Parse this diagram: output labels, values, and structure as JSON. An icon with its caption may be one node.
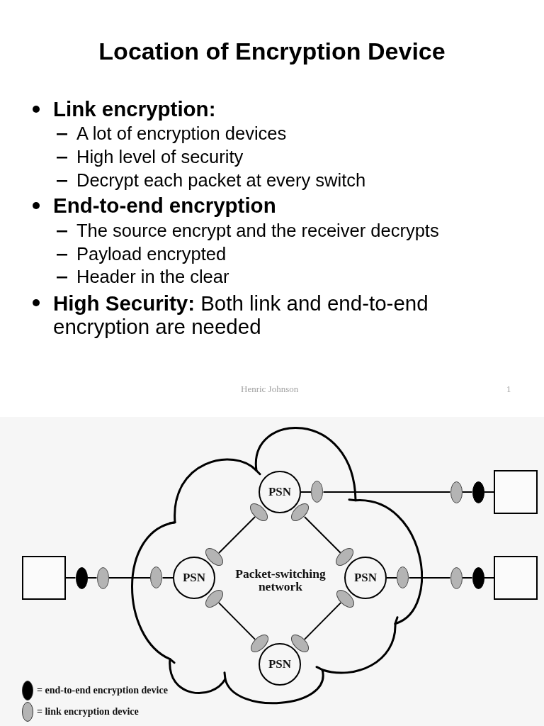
{
  "diagram": {
    "title": "Location of Encryption Device",
    "nodes": [
      {
        "text": [
          "Packet-switching network"
        ]
      },
      {
        "text": [
          "PSN"
        ],
        "in": 0
      },
      {
        "text": [],
        "shape": "ellipse",
        "in": 0
      },
      {
        "text": [],
        "shape": "ellipse"
      },
      {
        "text": [],
        "shape": "ellipse"
      },
      {
        "text": [],
        "shape": "box"
      },
      {
        "text": [],
        "shape": "ellipse",
        "in": 0
      },
      {
        "text": [],
        "shape": "ellipse",
        "in": 0
      },
      {
        "text": [],
        "shape": "box"
      },
      {
        "text": [],
        "shape": "ellipse"
      },
      {
        "text": [],
        "shape": "ellipse"
      },
      {
        "text": [],
        "shape": "ellipse",
        "in": 0
      },
      {
        "text": [
          "PSN"
        ],
        "in": 0
      },
      {
        "text": [],
        "shape": "ellipse",
        "in": 0
      },
      {
        "text": [],
        "shape": "ellipse",
        "in": 0
      },
      {
        "text": [
          "PSN"
        ],
        "in": 0
      },
      {
        "text": [],
        "shape": "ellipse",
        "in": 0
      },
      {
        "text": [],
        "shape": "ellipse"
      },
      {
        "text": [],
        "shape": "ellipse"
      },
      {
        "text": [],
        "shape": "box"
      },
      {
        "text": [],
        "shape": "ellipse",
        "in": 0
      },
      {
        "text": [],
        "shape": "ellipse",
        "in": 0
      },
      {
        "text": [],
        "shape": "ellipse",
        "in": 0
      },
      {
        "text": [],
        "shape": "ellipse",
        "in": 0
      },
      {
        "text": [
          "PSN"
        ],
        "in": 0
      }
    ],
    "edges": [
      {
        "from": 1,
        "to": 2,
        "arrow": "none"
      },
      {
        "from": 2,
        "to": 3,
        "arrow": "none"
      },
      {
        "from": 3,
        "to": 4,
        "arrow": "none"
      },
      {
        "from": 4,
        "to": 5,
        "arrow": "none"
      },
      {
        "from": 6,
        "to": 13,
        "arrow": "none"
      },
      {
        "from": 7,
        "to": 14,
        "arrow": "none"
      },
      {
        "from": 8,
        "to": 9,
        "arrow": "none"
      },
      {
        "from": 9,
        "to": 10,
        "arrow": "none"
      },
      {
        "from": 10,
        "to": 11,
        "arrow": "none"
      },
      {
        "from": 11,
        "to": 12,
        "arrow": "none"
      },
      {
        "from": 15,
        "to": 16,
        "arrow": "none"
      },
      {
        "from": 16,
        "to": 17,
        "arrow": "none"
      },
      {
        "from": 17,
        "to": 18,
        "arrow": "none"
      },
      {
        "from": 18,
        "to": 19,
        "arrow": "none"
      },
      {
        "from": 20,
        "to": 22,
        "arrow": "none"
      },
      {
        "from": 21,
        "to": 23,
        "arrow": "none"
      }
    ],
    "labels": [
      "Link encryption:",
      "A lot of encryption devices",
      "High level of security",
      "Decrypt each packet at every switch",
      "End-to-end encryption",
      "The source encrypt and the receiver decrypts",
      "Payload encrypted",
      "Header in the clear",
      "**High Security:** Both link and end-to-end encryption are needed",
      "Henric Johnson",
      "1"
    ],
    "legend": [
      {
        "text": "= end-to-end encryption device",
        "color": "#000000"
      },
      {
        "text": "= link encryption device",
        "color": "#b4b4b4"
      }
    ]
  }
}
